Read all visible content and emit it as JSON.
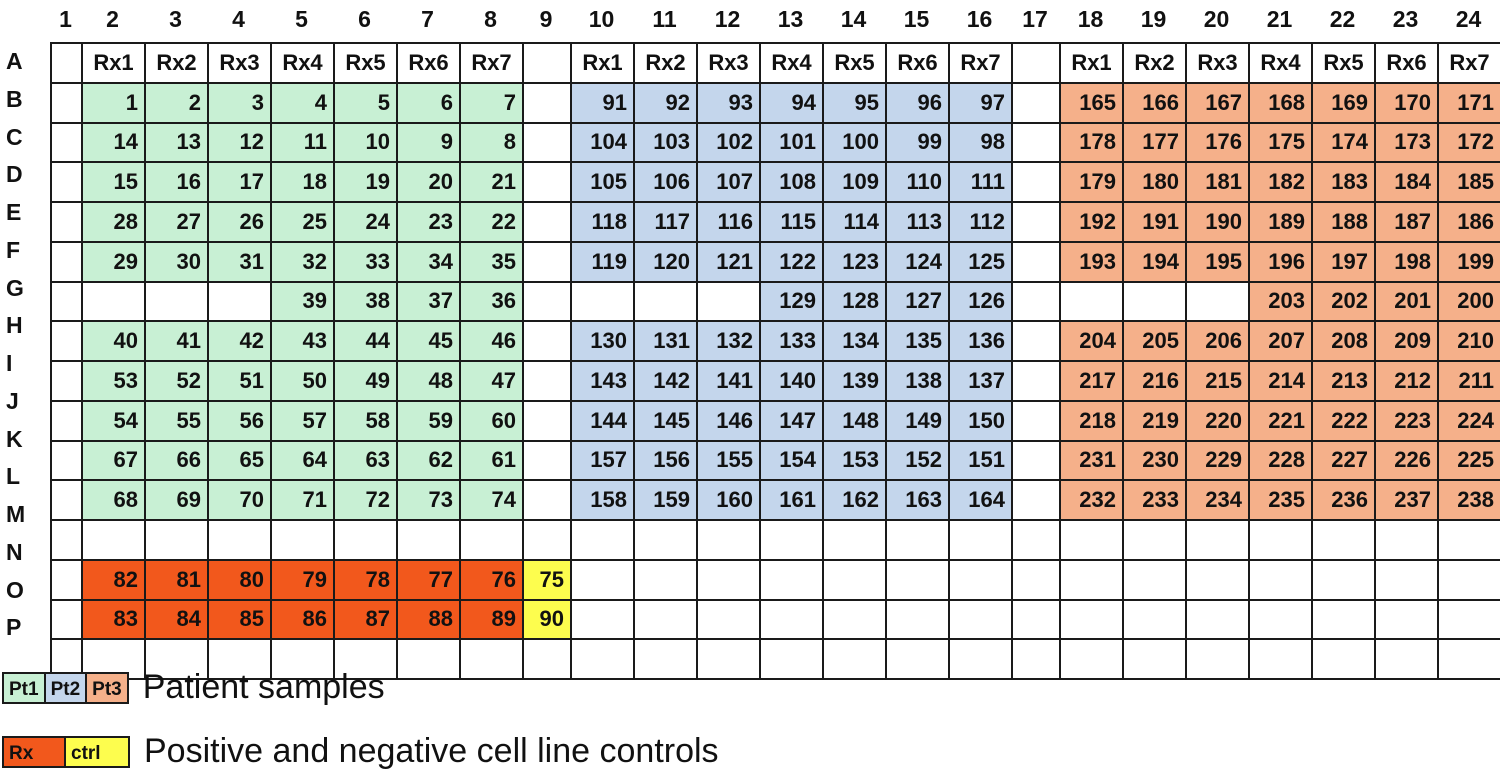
{
  "column_numbers": [
    "1",
    "2",
    "3",
    "4",
    "5",
    "6",
    "7",
    "8",
    "9",
    "10",
    "11",
    "12",
    "13",
    "14",
    "15",
    "16",
    "17",
    "18",
    "19",
    "20",
    "21",
    "22",
    "23",
    "24"
  ],
  "row_labels": [
    "A",
    "B",
    "C",
    "D",
    "E",
    "F",
    "G",
    "H",
    "I",
    "J",
    "K",
    "L",
    "M",
    "N",
    "O",
    "P"
  ],
  "colors": {
    "pt1": "#c8f0d4",
    "pt2": "#c4d6ec",
    "pt3": "#f5b08a",
    "positive_control": "#f2581c",
    "negative_control": "#fdfd4e"
  },
  "plate_rows": [
    [
      "",
      "Rx1",
      "Rx2",
      "Rx3",
      "Rx4",
      "Rx5",
      "Rx6",
      "Rx7",
      "",
      "Rx1",
      "Rx2",
      "Rx3",
      "Rx4",
      "Rx5",
      "Rx6",
      "Rx7",
      "",
      "Rx1",
      "Rx2",
      "Rx3",
      "Rx4",
      "Rx5",
      "Rx6",
      "Rx7"
    ],
    [
      "",
      "1",
      "2",
      "3",
      "4",
      "5",
      "6",
      "7",
      "",
      "91",
      "92",
      "93",
      "94",
      "95",
      "96",
      "97",
      "",
      "165",
      "166",
      "167",
      "168",
      "169",
      "170",
      "171"
    ],
    [
      "",
      "14",
      "13",
      "12",
      "11",
      "10",
      "9",
      "8",
      "",
      "104",
      "103",
      "102",
      "101",
      "100",
      "99",
      "98",
      "",
      "178",
      "177",
      "176",
      "175",
      "174",
      "173",
      "172"
    ],
    [
      "",
      "15",
      "16",
      "17",
      "18",
      "19",
      "20",
      "21",
      "",
      "105",
      "106",
      "107",
      "108",
      "109",
      "110",
      "111",
      "",
      "179",
      "180",
      "181",
      "182",
      "183",
      "184",
      "185"
    ],
    [
      "",
      "28",
      "27",
      "26",
      "25",
      "24",
      "23",
      "22",
      "",
      "118",
      "117",
      "116",
      "115",
      "114",
      "113",
      "112",
      "",
      "192",
      "191",
      "190",
      "189",
      "188",
      "187",
      "186"
    ],
    [
      "",
      "29",
      "30",
      "31",
      "32",
      "33",
      "34",
      "35",
      "",
      "119",
      "120",
      "121",
      "122",
      "123",
      "124",
      "125",
      "",
      "193",
      "194",
      "195",
      "196",
      "197",
      "198",
      "199"
    ],
    [
      "",
      "",
      "",
      "",
      "39",
      "38",
      "37",
      "36",
      "",
      "",
      "",
      "",
      "129",
      "128",
      "127",
      "126",
      "",
      "",
      "",
      "",
      "203",
      "202",
      "201",
      "200"
    ],
    [
      "",
      "40",
      "41",
      "42",
      "43",
      "44",
      "45",
      "46",
      "",
      "130",
      "131",
      "132",
      "133",
      "134",
      "135",
      "136",
      "",
      "204",
      "205",
      "206",
      "207",
      "208",
      "209",
      "210"
    ],
    [
      "",
      "53",
      "52",
      "51",
      "50",
      "49",
      "48",
      "47",
      "",
      "143",
      "142",
      "141",
      "140",
      "139",
      "138",
      "137",
      "",
      "217",
      "216",
      "215",
      "214",
      "213",
      "212",
      "211"
    ],
    [
      "",
      "54",
      "55",
      "56",
      "57",
      "58",
      "59",
      "60",
      "",
      "144",
      "145",
      "146",
      "147",
      "148",
      "149",
      "150",
      "",
      "218",
      "219",
      "220",
      "221",
      "222",
      "223",
      "224"
    ],
    [
      "",
      "67",
      "66",
      "65",
      "64",
      "63",
      "62",
      "61",
      "",
      "157",
      "156",
      "155",
      "154",
      "153",
      "152",
      "151",
      "",
      "231",
      "230",
      "229",
      "228",
      "227",
      "226",
      "225"
    ],
    [
      "",
      "68",
      "69",
      "70",
      "71",
      "72",
      "73",
      "74",
      "",
      "158",
      "159",
      "160",
      "161",
      "162",
      "163",
      "164",
      "",
      "232",
      "233",
      "234",
      "235",
      "236",
      "237",
      "238"
    ],
    [
      "",
      "",
      "",
      "",
      "",
      "",
      "",
      "",
      "",
      "",
      "",
      "",
      "",
      "",
      "",
      "",
      "",
      "",
      "",
      "",
      "",
      "",
      "",
      ""
    ],
    [
      "",
      "82",
      "81",
      "80",
      "79",
      "78",
      "77",
      "76",
      "75",
      "",
      "",
      "",
      "",
      "",
      "",
      "",
      "",
      "",
      "",
      "",
      "",
      "",
      "",
      ""
    ],
    [
      "",
      "83",
      "84",
      "85",
      "86",
      "87",
      "88",
      "89",
      "90",
      "",
      "",
      "",
      "",
      "",
      "",
      "",
      "",
      "",
      "",
      "",
      "",
      "",
      "",
      ""
    ],
    [
      "",
      "",
      "",
      "",
      "",
      "",
      "",
      "",
      "",
      "",
      "",
      "",
      "",
      "",
      "",
      "",
      "",
      "",
      "",
      "",
      "",
      "",
      "",
      ""
    ]
  ],
  "legend": {
    "patient": {
      "boxes": [
        "Pt1",
        "Pt2",
        "Pt3"
      ],
      "text": "Patient samples"
    },
    "controls": {
      "boxes": [
        "Rx",
        "ctrl"
      ],
      "text": "Positive and negative cell line controls"
    }
  }
}
